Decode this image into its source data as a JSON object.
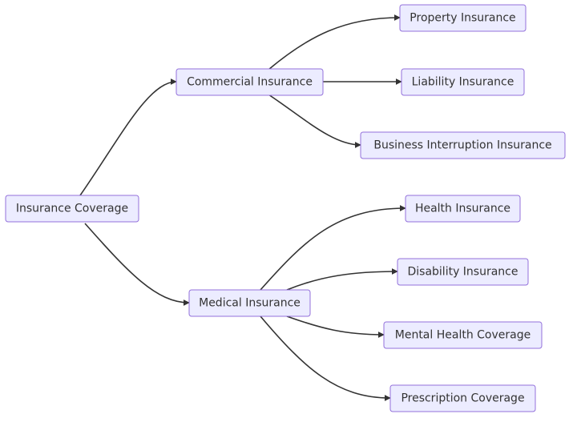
{
  "colors": {
    "node_fill": "#ececff",
    "node_stroke": "#9370db",
    "edge": "#333333",
    "text": "#333333"
  },
  "nodes": {
    "root": {
      "label": "Insurance Coverage"
    },
    "commercial": {
      "label": "Commercial Insurance"
    },
    "medical": {
      "label": "Medical Insurance"
    },
    "property": {
      "label": "Property Insurance"
    },
    "liability": {
      "label": "Liability Insurance"
    },
    "business_interruption": {
      "label": "Business Interruption Insurance"
    },
    "health": {
      "label": "Health Insurance"
    },
    "disability": {
      "label": "Disability Insurance"
    },
    "mental_health": {
      "label": "Mental Health Coverage"
    },
    "prescription": {
      "label": "Prescription Coverage"
    }
  },
  "edges": [
    {
      "from": "root",
      "to": "commercial"
    },
    {
      "from": "root",
      "to": "medical"
    },
    {
      "from": "commercial",
      "to": "property"
    },
    {
      "from": "commercial",
      "to": "liability"
    },
    {
      "from": "commercial",
      "to": "business_interruption"
    },
    {
      "from": "medical",
      "to": "health"
    },
    {
      "from": "medical",
      "to": "disability"
    },
    {
      "from": "medical",
      "to": "mental_health"
    },
    {
      "from": "medical",
      "to": "prescription"
    }
  ]
}
